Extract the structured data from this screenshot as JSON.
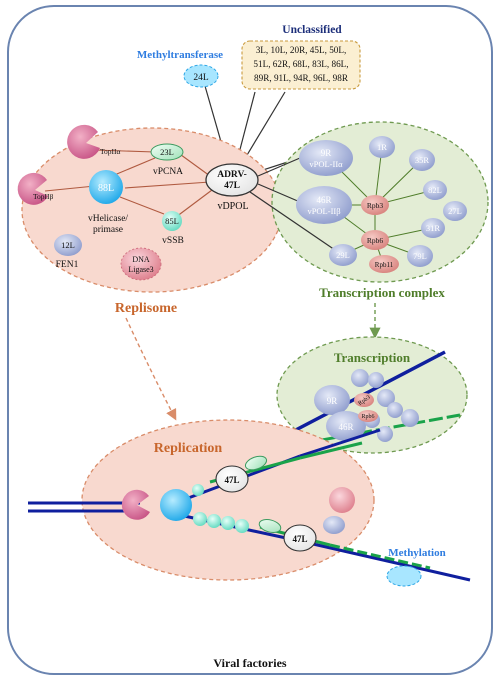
{
  "footer": "Viral factories",
  "colors": {
    "border": "#6a84b0",
    "replisome_fill": "#f8d9cf",
    "replisome_stroke": "#d98c69",
    "transcription_fill": "#e3edd5",
    "transcription_stroke": "#6f9a50",
    "dna_blue": "#0f1f9e",
    "dna_green": "#1aa34a",
    "label_orange": "#c8662c",
    "label_green": "#4f7d2a",
    "label_blue": "#2f7de0",
    "label_navy": "#1d2f7a",
    "protein_grey": "#a9b6dc",
    "rpb_pink": "#e89a9a"
  },
  "top": {
    "unclassified_title": "Unclassified",
    "unclassified_lines": [
      "3L, 10L, 20R, 45L, 50L,",
      "51L, 62R, 68L, 83L, 86L,",
      "89R, 91L, 94R, 96L, 98R"
    ],
    "methyltransferase_label": "Methyltransferase",
    "methyltransferase_protein": "24L"
  },
  "replisome": {
    "title": "Replisome",
    "topIIa": "TopIIα",
    "topIIb": "TopIIβ",
    "helicase": "88L",
    "helicase_caption": [
      "vHelicase/",
      "primase"
    ],
    "pcna": "23L",
    "pcna_caption": "vPCNA",
    "ssb": "85L",
    "ssb_caption": "vSSB",
    "fen1": "12L",
    "fen1_caption": "FEN1",
    "ligase": [
      "DNA",
      "Ligase3"
    ]
  },
  "dpol": {
    "lines": [
      "ADRV-",
      "47L"
    ],
    "caption": "vDPOL"
  },
  "transcription_complex": {
    "title": "Transcription complex",
    "pol_a": [
      "9R",
      "vPOL-IIα"
    ],
    "pol_b": [
      "46R",
      "vPOL-IIβ"
    ],
    "proteins": [
      "1R",
      "35R",
      "82L",
      "27L",
      "31R",
      "79L",
      "29L"
    ],
    "rpb3": "Rpb3",
    "rpb6": "Rpb6",
    "rpb11": "Rpb11"
  },
  "transcription": {
    "title": "Transcription",
    "labels": [
      "9R",
      "46R",
      "Rpb3",
      "Rpb6"
    ]
  },
  "replication": {
    "title": "Replication",
    "pol_top": "47L",
    "pol_bottom": "47L",
    "methylation": "Methylation"
  }
}
